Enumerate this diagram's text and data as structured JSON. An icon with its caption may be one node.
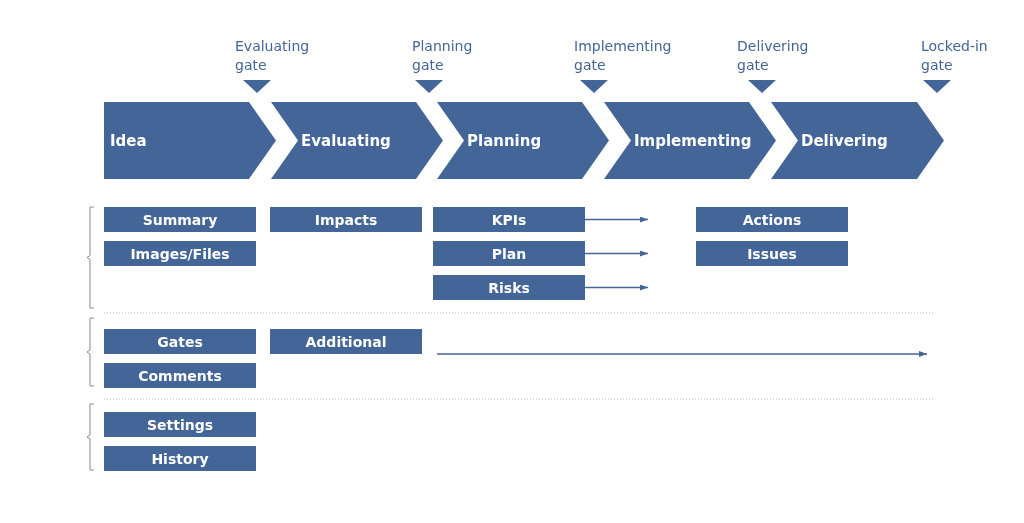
{
  "diagram": {
    "nodes": [
      {
        "text": [
          "Idea"
        ]
      },
      {
        "text": [
          "Evaluating"
        ]
      },
      {
        "text": [
          "Planning"
        ]
      },
      {
        "text": [
          "Implementing"
        ]
      },
      {
        "text": [
          "Delivering"
        ]
      },
      {
        "text": [
          "Summary"
        ]
      },
      {
        "text": [
          "Impacts"
        ]
      },
      {
        "text": [
          "KPIs"
        ]
      },
      {
        "text": [
          "Actions"
        ]
      },
      {
        "text": [
          "Images/Files"
        ]
      },
      {
        "text": [
          "Plan"
        ]
      },
      {
        "text": [
          "Issues"
        ]
      },
      {
        "text": [
          "Risks"
        ]
      },
      {
        "text": [
          "Gates"
        ]
      },
      {
        "text": [
          "Additional"
        ]
      },
      {
        "text": [
          "Comments"
        ]
      },
      {
        "text": [
          "Settings"
        ]
      },
      {
        "text": [
          "History"
        ]
      }
    ],
    "edges": [
      {
        "from": 7,
        "to": null,
        "arrow": "to"
      },
      {
        "from": 10,
        "to": null,
        "arrow": "to"
      },
      {
        "from": 12,
        "to": null,
        "arrow": "to"
      }
    ],
    "labels": [
      "Evaluating gate",
      "Planning gate",
      "Implementing gate",
      "Delivering gate",
      "Locked-in gate"
    ]
  }
}
